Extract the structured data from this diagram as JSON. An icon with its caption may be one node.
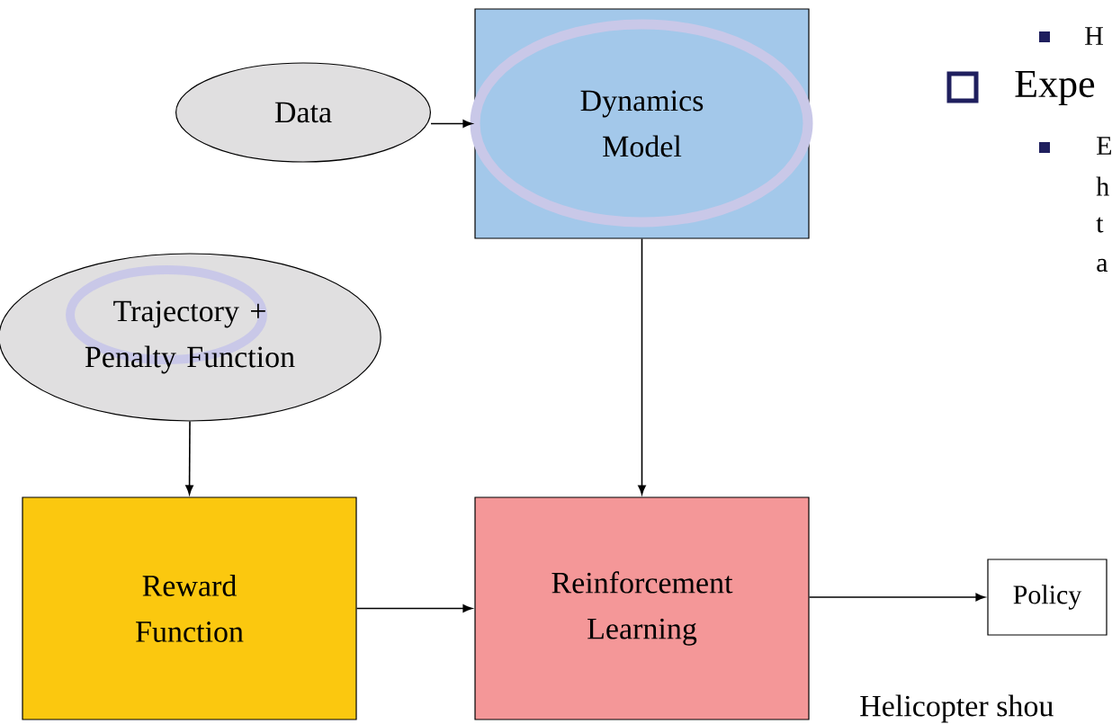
{
  "diagram": {
    "nodes": [
      {
        "text": [
          "Data"
        ]
      },
      {
        "text": [
          "Dynamics Model"
        ]
      },
      {
        "text": [
          "Trajectory + Penalty Function"
        ]
      },
      {
        "text": [
          "Reward Function"
        ]
      },
      {
        "text": [
          "Reinforcement Learning"
        ]
      },
      {
        "text": [
          "Policy"
        ]
      }
    ],
    "edges": [
      {
        "from": 0,
        "to": 1,
        "arrow": "to"
      },
      {
        "from": 1,
        "to": 4,
        "arrow": "to"
      },
      {
        "from": 2,
        "to": 3,
        "arrow": "to"
      },
      {
        "from": 3,
        "to": 4,
        "arrow": "to"
      },
      {
        "from": 4,
        "to": 5,
        "arrow": "to"
      }
    ],
    "labels": [
      "H",
      "Expe",
      "E",
      "h",
      "t",
      "a",
      "Helicopter shou"
    ]
  }
}
